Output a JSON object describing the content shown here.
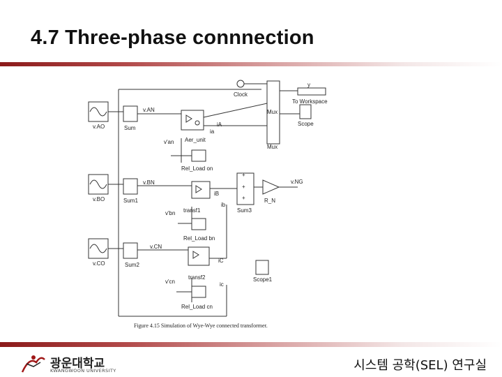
{
  "slide": {
    "title": "4.7 Three-phase connnection",
    "footer": "시스템 공학(SEL) 연구실"
  },
  "logo": {
    "korean": "광운대학교",
    "english": "KWANGWOON UNIVERSITY"
  },
  "diagram": {
    "labels": {
      "clock": "Clock",
      "y": "y",
      "to_workspace": "To Workspace",
      "mux": "Mux",
      "scope": "Scope",
      "mux2": "Mux",
      "vAO": "v.AO",
      "vBO": "v.BO",
      "vCO": "v.CO",
      "sum": "Sum",
      "sum1": "Sum1",
      "sum2": "Sum2",
      "sum3": "Sum3",
      "vAN": "v.AN",
      "vBN": "v.BN",
      "vCN": "v.CN",
      "iA": "iA",
      "iB": "iB",
      "iC": "iC",
      "ia": "ia",
      "ib": "ib",
      "ic": "ic",
      "van": "v'an",
      "vbn": "v'bn",
      "vcn": "v'cn",
      "transf_unit": "Aer_unit",
      "transf1": "transf1",
      "transf2": "transf2",
      "rload_an": "Rel_Load on",
      "rload_bn": "Rel_Load bn",
      "rload_cn": "Rel_Load cn",
      "vNG": "v.NG",
      "rn": "R_N",
      "scope1": "Scope1",
      "plus1": "+",
      "plus2": "+",
      "plus3": "+"
    },
    "caption": "Figure 4.15    Simulation of Wye-Wye connected transformer."
  },
  "colors": {
    "accent": "#8b1a1a",
    "line": "#333333"
  }
}
